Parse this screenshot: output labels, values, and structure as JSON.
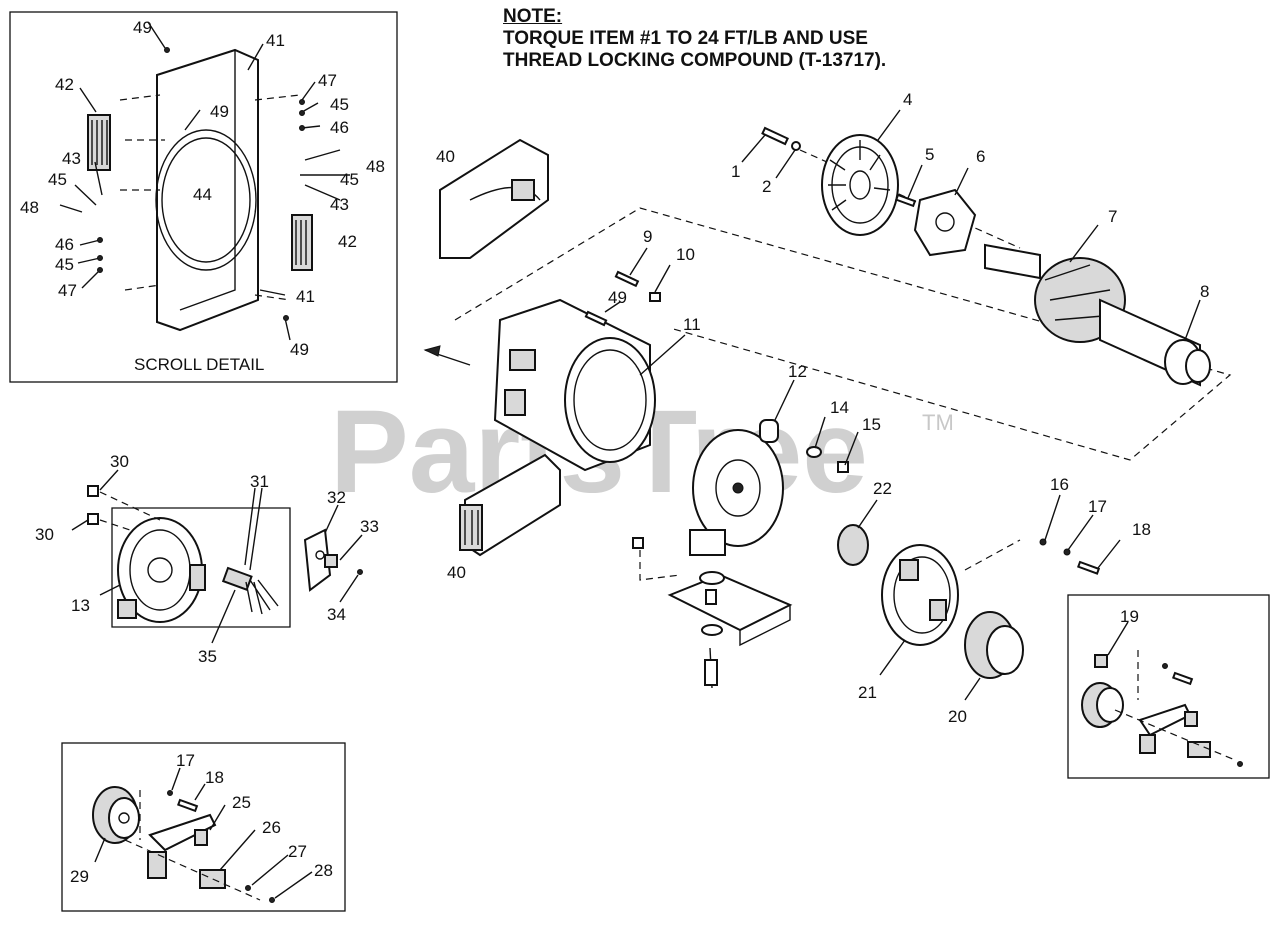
{
  "note": {
    "title": "NOTE:",
    "line1": "TORQUE ITEM #1 TO 24 FT/LB AND USE",
    "line2": "THREAD LOCKING COMPOUND (T-13717)."
  },
  "watermark": {
    "text": "PartsTree",
    "tm": "TM"
  },
  "scroll_detail": {
    "caption": "SCROLL DETAIL",
    "labels": [
      "49",
      "41",
      "42",
      "49",
      "47",
      "45",
      "46",
      "48",
      "45",
      "43",
      "44",
      "43",
      "45",
      "48",
      "46",
      "45",
      "47",
      "42",
      "41",
      "49"
    ]
  },
  "brush_detail": {
    "labels": [
      "30",
      "30",
      "31",
      "32",
      "33",
      "34",
      "13",
      "35"
    ]
  },
  "main_labels": [
    "1",
    "2",
    "4",
    "5",
    "6",
    "7",
    "8",
    "9",
    "10",
    "49",
    "11",
    "40",
    "40",
    "12",
    "14",
    "15",
    "22",
    "16",
    "17",
    "18",
    "21",
    "20"
  ],
  "regulator_detail_left": {
    "labels": [
      "17",
      "18",
      "25",
      "26",
      "27",
      "28",
      "29"
    ]
  },
  "regulator_detail_right": {
    "labels": [
      "19"
    ]
  },
  "colors": {
    "line": "#111111",
    "watermark": "#c8c8c8",
    "background": "#ffffff"
  }
}
